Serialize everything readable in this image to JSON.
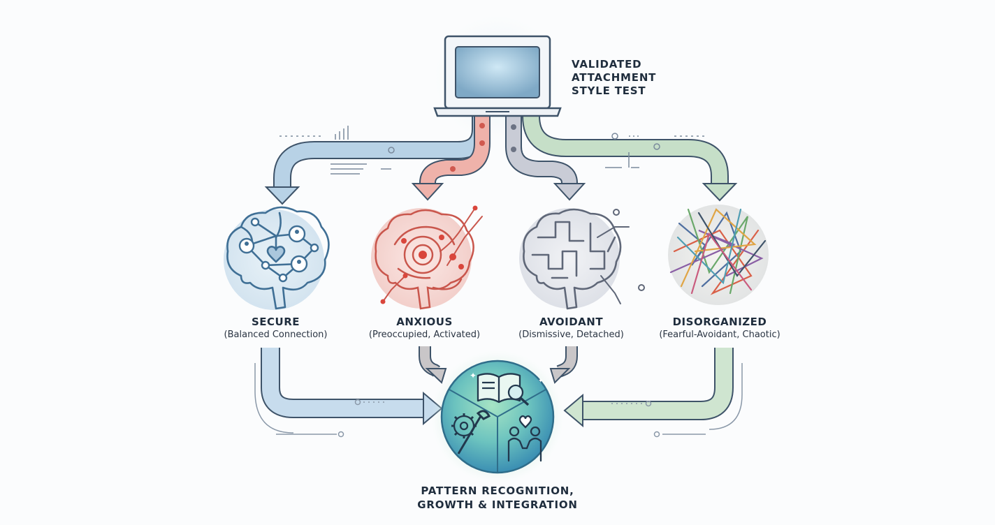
{
  "test": {
    "title_lines": [
      "VALIDATED",
      "ATTACHMENT",
      "STYLE TEST"
    ]
  },
  "styles": [
    {
      "name": "SECURE",
      "desc": "(Balanced Connection)",
      "color": "#3f6f95"
    },
    {
      "name": "ANXIOUS",
      "desc": "(Preoccupied, Activated)",
      "color": "#d0594f"
    },
    {
      "name": "AVOIDANT",
      "desc": "(Dismissive, Detached)",
      "color": "#6c7384"
    },
    {
      "name": "DISORGANIZED",
      "desc": "(Fearful-Avoidant, Chaotic)",
      "color": "#4f6fa0"
    }
  ],
  "result": {
    "lines": [
      "PATTERN RECOGNITION,",
      "GROWTH & INTEGRATION"
    ]
  },
  "colors": {
    "secure_arrow": "#b8d2e6",
    "anxious_arrow": "#efb2aa",
    "avoidant_arrow": "#c9ccd6",
    "disorganized_arrow": "#c6dfc8",
    "outline": "#3e5369",
    "hub_green": "#8fd3b4",
    "hub_blue": "#3f9cc0"
  },
  "icons": [
    "laptop-icon",
    "brain-network-icon",
    "brain-anxious-icon",
    "brain-maze-icon",
    "tangled-lines-icon",
    "book-magnifier-icon",
    "gear-wrench-icon",
    "people-heart-icon"
  ]
}
